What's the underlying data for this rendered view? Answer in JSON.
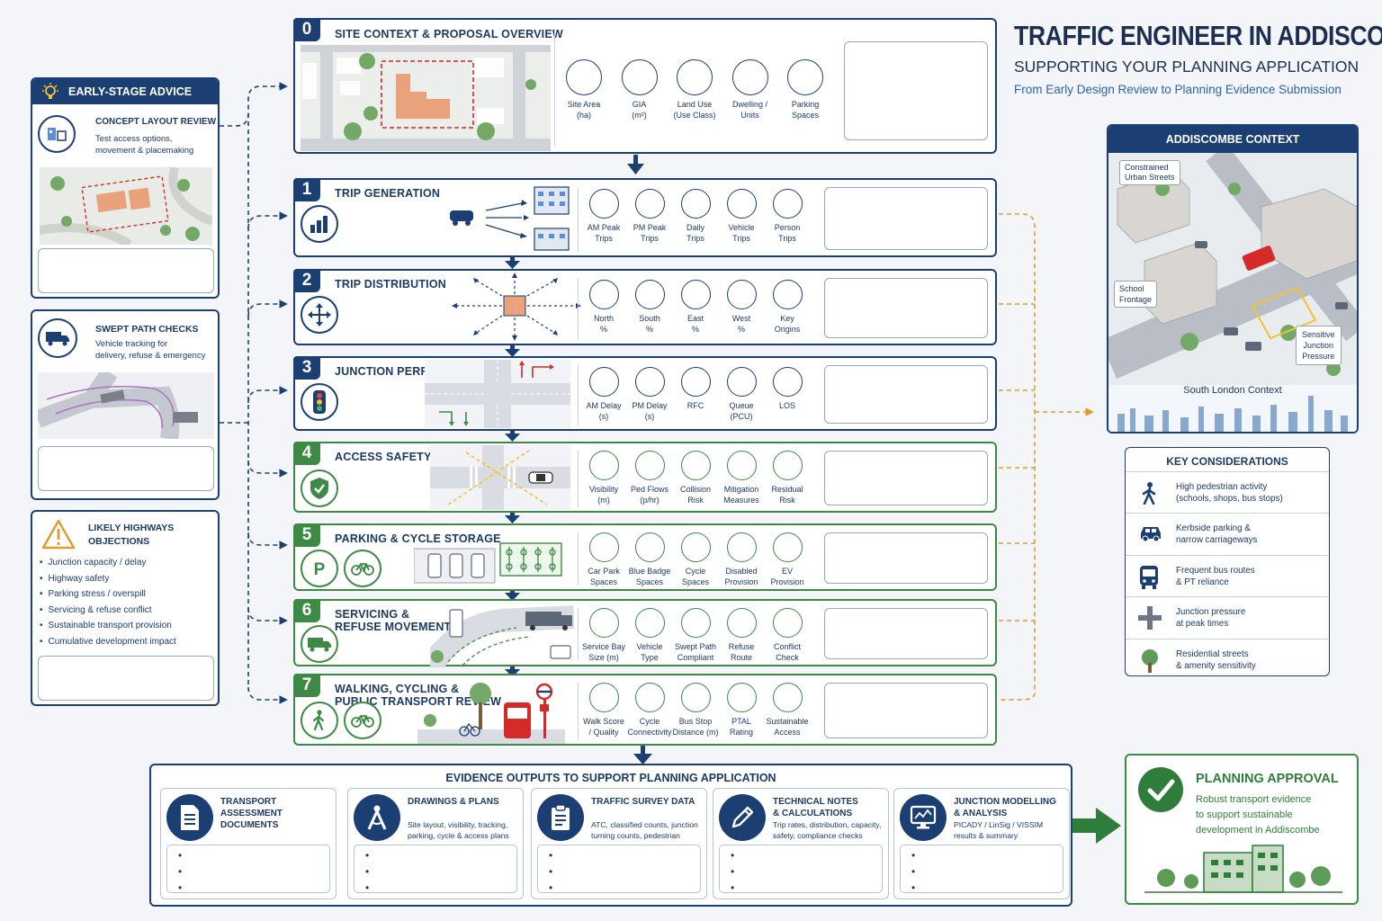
{
  "header": {
    "title": "TRAFFIC ENGINEER IN ADDISCOMBE",
    "subtitle": "SUPPORTING YOUR PLANNING APPLICATION",
    "tagline": "From Early Design Review to Planning Evidence Submission"
  },
  "stage0": {
    "num": "0",
    "title": "SITE CONTEXT & PROPOSAL OVERVIEW",
    "metrics": [
      {
        "l1": "Site Area",
        "l2": "(ha)"
      },
      {
        "l1": "GIA",
        "l2": "(m²)"
      },
      {
        "l1": "Land Use",
        "l2": "(Use Class)"
      },
      {
        "l1": "Dwelling /",
        "l2": "Units"
      },
      {
        "l1": "Parking",
        "l2": "Spaces"
      }
    ]
  },
  "stages": [
    {
      "num": "1",
      "title1": "TRIP GENERATION",
      "title2": "",
      "metrics": [
        {
          "l1": "AM Peak",
          "l2": "Trips"
        },
        {
          "l1": "PM Peak",
          "l2": "Trips"
        },
        {
          "l1": "Daily",
          "l2": "Trips"
        },
        {
          "l1": "Vehicle",
          "l2": "Trips"
        },
        {
          "l1": "Person",
          "l2": "Trips"
        }
      ]
    },
    {
      "num": "2",
      "title1": "TRIP DISTRIBUTION",
      "title2": "",
      "metrics": [
        {
          "l1": "North",
          "l2": "%"
        },
        {
          "l1": "South",
          "l2": "%"
        },
        {
          "l1": "East",
          "l2": "%"
        },
        {
          "l1": "West",
          "l2": "%"
        },
        {
          "l1": "Key",
          "l2": "Origins"
        }
      ]
    },
    {
      "num": "3",
      "title1": "JUNCTION PERFORMANCE",
      "title2": "",
      "metrics": [
        {
          "l1": "AM Delay",
          "l2": "(s)"
        },
        {
          "l1": "PM Delay",
          "l2": "(s)"
        },
        {
          "l1": "RFC",
          "l2": ""
        },
        {
          "l1": "Queue",
          "l2": "(PCU)"
        },
        {
          "l1": "LOS",
          "l2": ""
        }
      ]
    },
    {
      "num": "4",
      "title1": "ACCESS SAFETY",
      "title2": "",
      "metrics": [
        {
          "l1": "Visibility",
          "l2": "(m)"
        },
        {
          "l1": "Ped Flows",
          "l2": "(p/hr)"
        },
        {
          "l1": "Collision",
          "l2": "Risk"
        },
        {
          "l1": "Mitigation",
          "l2": "Measures"
        },
        {
          "l1": "Residual",
          "l2": "Risk"
        }
      ]
    },
    {
      "num": "5",
      "title1": "PARKING & CYCLE STORAGE",
      "title2": "",
      "metrics": [
        {
          "l1": "Car Park",
          "l2": "Spaces"
        },
        {
          "l1": "Blue Badge",
          "l2": "Spaces"
        },
        {
          "l1": "Cycle",
          "l2": "Spaces"
        },
        {
          "l1": "Disabled",
          "l2": "Provision"
        },
        {
          "l1": "EV",
          "l2": "Provision"
        }
      ]
    },
    {
      "num": "6",
      "title1": "SERVICING &",
      "title2": "REFUSE MOVEMENT",
      "metrics": [
        {
          "l1": "Service Bay",
          "l2": "Size (m)"
        },
        {
          "l1": "Vehicle",
          "l2": "Type"
        },
        {
          "l1": "Swept Path",
          "l2": "Compliant"
        },
        {
          "l1": "Refuse",
          "l2": "Route"
        },
        {
          "l1": "Conflict",
          "l2": "Check"
        }
      ]
    },
    {
      "num": "7",
      "title1": "WALKING, CYCLING &",
      "title2": "PUBLIC TRANSPORT REVIEW",
      "metrics": [
        {
          "l1": "Walk Score",
          "l2": "/ Quality"
        },
        {
          "l1": "Cycle",
          "l2": "Connectivity"
        },
        {
          "l1": "Bus Stop",
          "l2": "Distance (m)"
        },
        {
          "l1": "PTAL",
          "l2": "Rating"
        },
        {
          "l1": "Sustainable",
          "l2": "Access"
        }
      ]
    }
  ],
  "left": {
    "early": {
      "heading": "EARLY-STAGE ADVICE",
      "item_title": "CONCEPT LAYOUT REVIEW",
      "item_desc1": "Test access options,",
      "item_desc2": "movement & placemaking"
    },
    "swept": {
      "title": "SWEPT PATH CHECKS",
      "desc1": "Vehicle tracking for",
      "desc2": "delivery, refuse & emergency"
    },
    "objections": {
      "title1": "LIKELY HIGHWAYS",
      "title2": "OBJECTIONS",
      "items": [
        "Junction capacity / delay",
        "Highway safety",
        "Parking stress / overspill",
        "Servicing & refuse conflict",
        "Sustainable transport provision",
        "Cumulative development impact"
      ]
    }
  },
  "right": {
    "context": {
      "heading": "ADDISCOMBE CONTEXT",
      "label_streets1": "Constrained",
      "label_streets2": "Urban Streets",
      "label_school1": "School",
      "label_school2": "Frontage",
      "label_junction1": "Sensitive",
      "label_junction2": "Junction",
      "label_junction3": "Pressure",
      "caption": "South London Context"
    },
    "considerations": {
      "heading": "KEY CONSIDERATIONS",
      "items": [
        {
          "l1": "High pedestrian activity",
          "l2": "(schools, shops, bus stops)",
          "icon": "pedestrian-icon"
        },
        {
          "l1": "Kerbside parking &",
          "l2": "narrow carriageways",
          "icon": "car-icon"
        },
        {
          "l1": "Frequent bus routes",
          "l2": "& PT reliance",
          "icon": "bus-icon"
        },
        {
          "l1": "Junction pressure",
          "l2": "at peak times",
          "icon": "junction-icon"
        },
        {
          "l1": "Residential streets",
          "l2": "& amenity sensitivity",
          "icon": "tree-icon"
        }
      ]
    }
  },
  "evidence": {
    "heading": "EVIDENCE OUTPUTS TO SUPPORT PLANNING APPLICATION",
    "items": [
      {
        "t1": "TRANSPORT ASSESSMENT",
        "t2": "DOCUMENTS",
        "d1": "",
        "d2": "",
        "d3": "",
        "icon": "document-icon"
      },
      {
        "t1": "DRAWINGS & PLANS",
        "t2": "",
        "d1": "Site layout, visibility, tracking,",
        "d2": "parking, cycle & access plans",
        "d3": "",
        "icon": "compass-icon"
      },
      {
        "t1": "TRAFFIC SURVEY DATA",
        "t2": "",
        "d1": "ATC, classified counts, junction",
        "d2": "turning counts, pedestrian",
        "d3": "",
        "icon": "clipboard-icon"
      },
      {
        "t1": "TECHNICAL NOTES",
        "t2": "& CALCULATIONS",
        "d1": "Trip rates, distribution, capacity,",
        "d2": "safety, compliance checks",
        "d3": "",
        "icon": "pencil-icon"
      },
      {
        "t1": "JUNCTION MODELLING",
        "t2": "& ANALYSIS",
        "d1": "PICADY / LinSig / VISSIM",
        "d2": "results & summary",
        "d3": "",
        "icon": "monitor-chart-icon"
      }
    ]
  },
  "approval": {
    "title": "PLANNING APPROVAL",
    "d1": "Robust transport evidence",
    "d2": "to support sustainable",
    "d3": "development in Addiscombe"
  },
  "colors": {
    "navy": "#1c3f73",
    "green": "#3d8a44",
    "orange": "#e39a2d",
    "red": "#d62a2a"
  }
}
